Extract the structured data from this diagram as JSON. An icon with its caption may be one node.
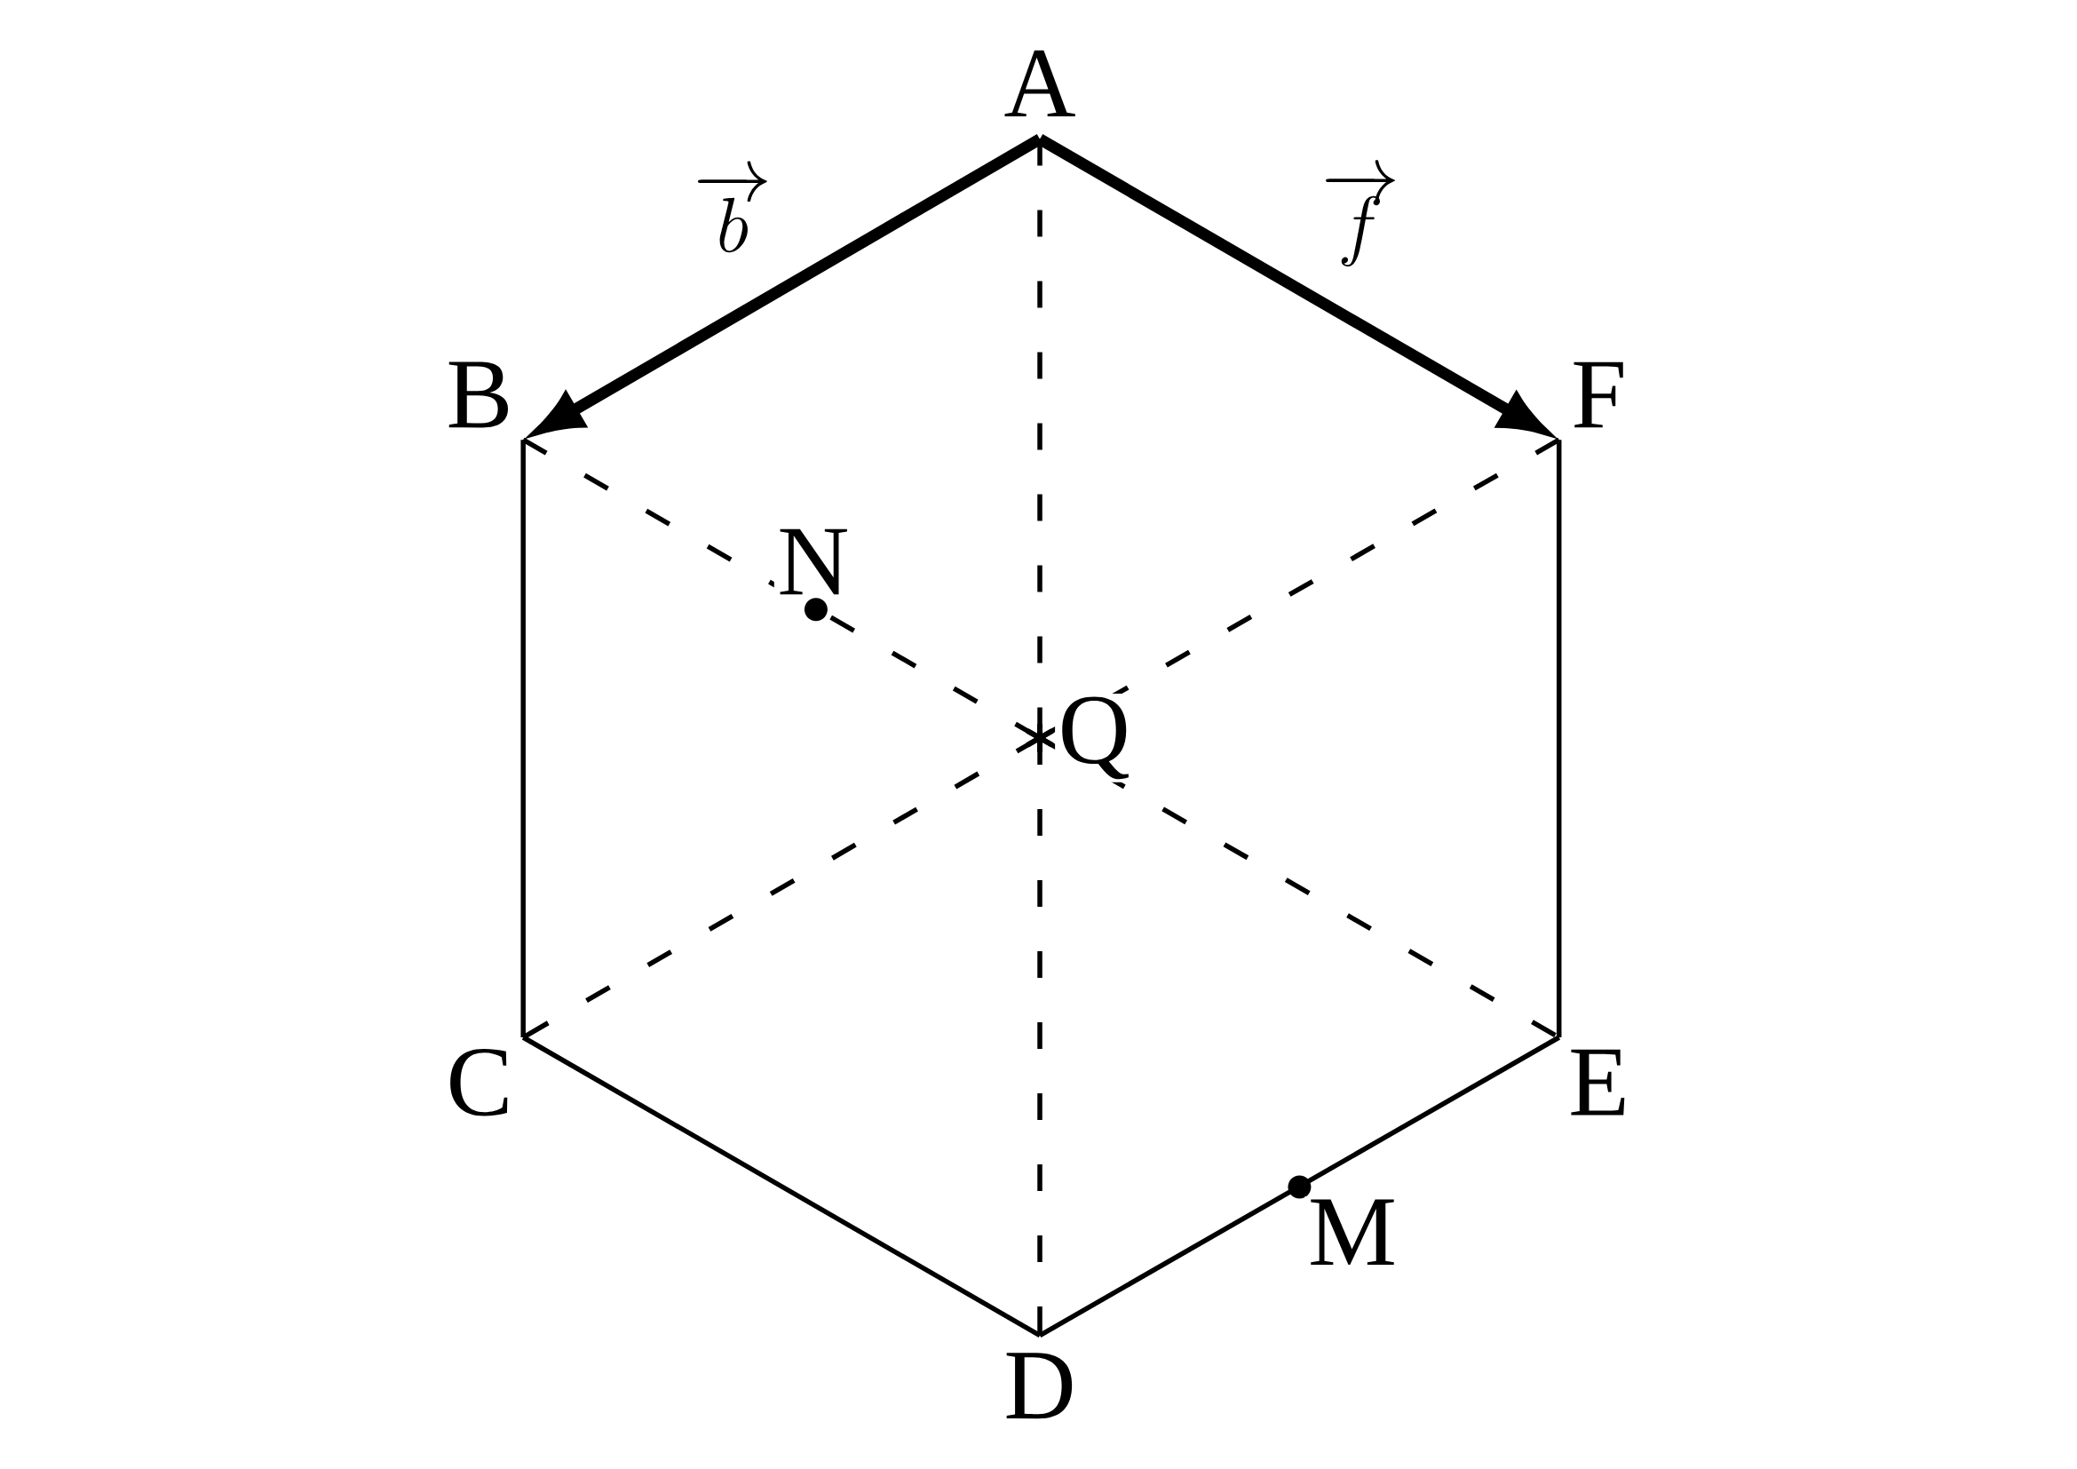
{
  "diagram": {
    "nodes": [
      {
        "text": [
          "A"
        ]
      },
      {
        "text": [
          "B"
        ]
      },
      {
        "text": [
          "F"
        ]
      },
      {
        "text": [
          "N"
        ]
      },
      {
        "text": [
          "Q"
        ]
      },
      {
        "text": [
          "C"
        ]
      },
      {
        "text": [
          "E"
        ]
      },
      {
        "text": [
          "M"
        ]
      },
      {
        "text": [
          "D"
        ]
      }
    ],
    "edges": [
      {
        "from": 0,
        "to": 1,
        "arrow": "to",
        "style": "thick",
        "label": "\\overrightarrow{b}"
      },
      {
        "from": 0,
        "to": 2,
        "arrow": "to",
        "style": "thick",
        "label": "\\overrightarrow{f}"
      },
      {
        "from": 1,
        "to": 5,
        "arrow": "none"
      },
      {
        "from": 5,
        "to": 8,
        "arrow": "none"
      },
      {
        "from": 8,
        "to": 6,
        "arrow": "none"
      },
      {
        "from": 6,
        "to": 2,
        "arrow": "none"
      },
      {
        "from": 0,
        "to": 4,
        "arrow": "none",
        "style": "dashed"
      },
      {
        "from": 1,
        "to": 4,
        "arrow": "none",
        "style": "dashed"
      },
      {
        "from": 2,
        "to": 4,
        "arrow": "none",
        "style": "dashed"
      },
      {
        "from": 4,
        "to": 5,
        "arrow": "none",
        "style": "dashed"
      },
      {
        "from": 4,
        "to": 6,
        "arrow": "none",
        "style": "dashed"
      },
      {
        "from": 4,
        "to": 8,
        "arrow": "none",
        "style": "dashed"
      }
    ]
  }
}
